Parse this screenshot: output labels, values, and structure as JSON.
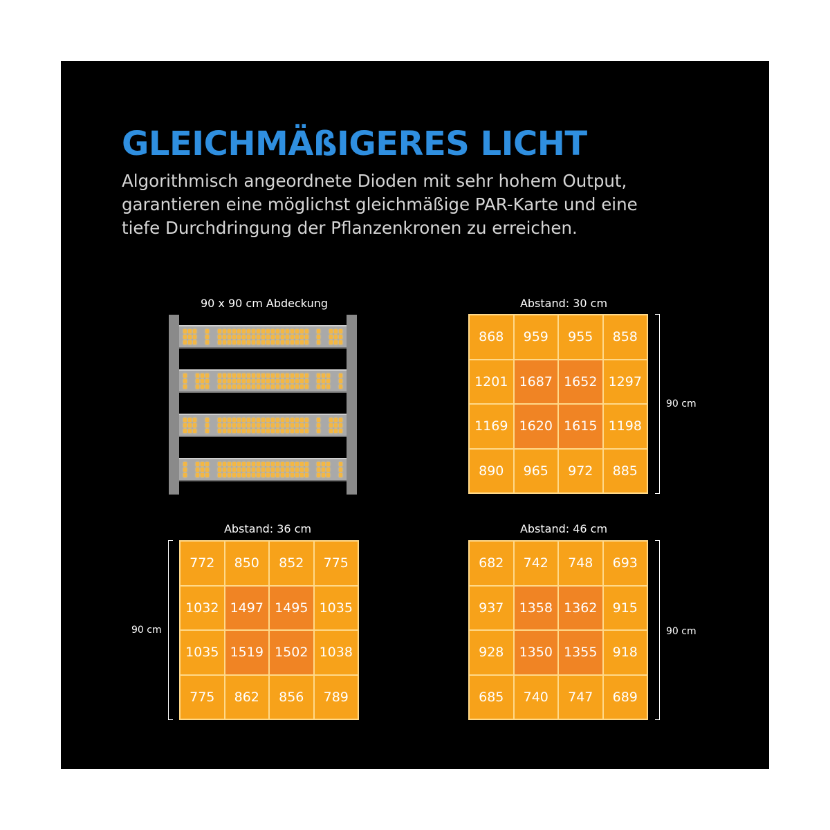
{
  "heading": {
    "title": "GLEICHMÄßIGERES LICHT",
    "description_lines": [
      "Algorithmisch angeordnete Dioden mit sehr hohem Output,",
      "garantieren eine möglichst gleichmäßige PAR-Karte und eine",
      "tiefe Durchdringung der Pflanzenkronen zu erreichen."
    ]
  },
  "fixture": {
    "caption": "90 x 90 cm Abdeckung",
    "bar_count": 4
  },
  "colors": {
    "title": "#2f8fe0",
    "background": "#000000",
    "cell_low": "#f7a21a",
    "cell_high": "#f08424",
    "cell_border": "#ffd98a",
    "led": "#f3b744"
  },
  "par_maps": [
    {
      "caption": "Abstand: 30 cm",
      "dimension_label": "90 cm",
      "values": [
        [
          "868",
          "959",
          "955",
          "858"
        ],
        [
          "1201",
          "1687",
          "1652",
          "1297"
        ],
        [
          "1169",
          "1620",
          "1615",
          "1198"
        ],
        [
          "890",
          "965",
          "972",
          "885"
        ]
      ]
    },
    {
      "caption": "Abstand: 36 cm",
      "dimension_label": "90 cm",
      "values": [
        [
          "772",
          "850",
          "852",
          "775"
        ],
        [
          "1032",
          "1497",
          "1495",
          "1035"
        ],
        [
          "1035",
          "1519",
          "1502",
          "1038"
        ],
        [
          "775",
          "862",
          "856",
          "789"
        ]
      ]
    },
    {
      "caption": "Abstand: 46 cm",
      "dimension_label": "90 cm",
      "values": [
        [
          "682",
          "742",
          "748",
          "693"
        ],
        [
          "937",
          "1358",
          "1362",
          "915"
        ],
        [
          "928",
          "1350",
          "1355",
          "918"
        ],
        [
          "685",
          "740",
          "747",
          "689"
        ]
      ]
    }
  ]
}
